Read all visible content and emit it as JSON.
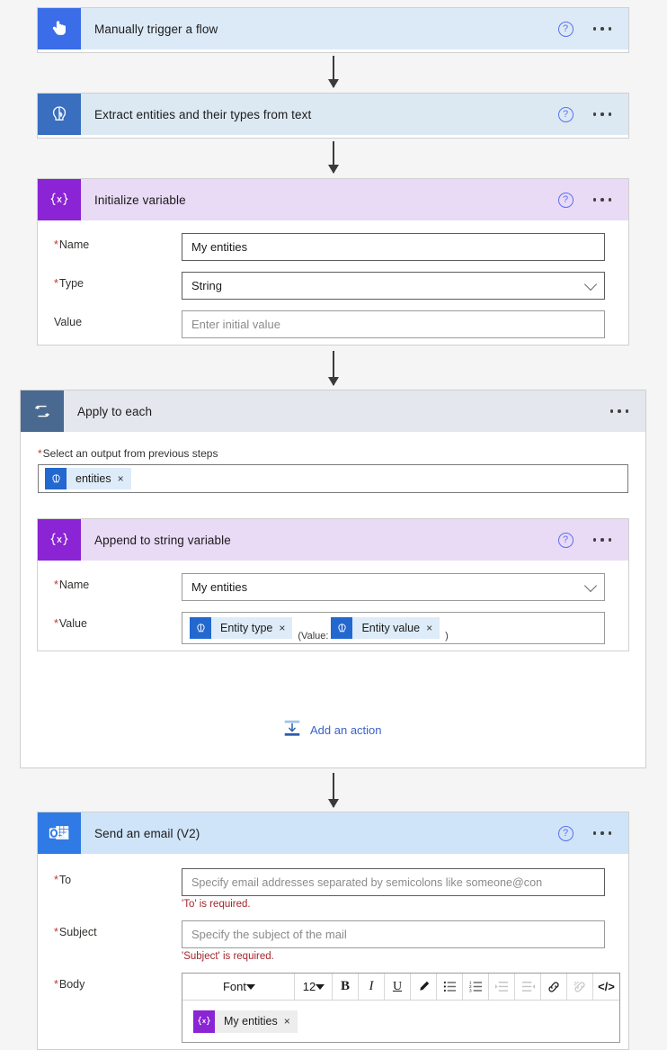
{
  "flow": {
    "steps": [
      {
        "id": "trigger",
        "title": "Manually trigger a flow",
        "icon": "hand-pointer-icon",
        "help_label": "?",
        "menu_label": "More commands"
      },
      {
        "id": "extract",
        "title": "Extract entities and their types from text",
        "icon": "ai-builder-brain-icon",
        "help_label": "?",
        "menu_label": "More commands"
      },
      {
        "id": "initvar",
        "title": "Initialize variable",
        "icon": "variable-braces-icon",
        "help_label": "?",
        "menu_label": "More commands",
        "fields": [
          {
            "label": "Name",
            "required": true,
            "value": "My entities",
            "placeholder": "",
            "type": "text"
          },
          {
            "label": "Type",
            "required": true,
            "value": "String",
            "placeholder": "",
            "type": "select"
          },
          {
            "label": "Value",
            "required": false,
            "value": "",
            "placeholder": "Enter initial value",
            "type": "text"
          }
        ]
      },
      {
        "id": "applytoeach",
        "title": "Apply to each",
        "icon": "loop-arrows-icon",
        "menu_label": "More commands",
        "output_label": "Select an output from previous steps",
        "output_required": true,
        "output_token": {
          "label": "entities",
          "icon": "ai-builder-brain-icon",
          "remove": "×"
        },
        "add_action_label": "Add an action",
        "add_action_icon": "add-action-icon",
        "inner": {
          "id": "appendvar",
          "title": "Append to string variable",
          "icon": "variable-braces-icon",
          "help_label": "?",
          "menu_label": "More commands",
          "name_label": "Name",
          "name_required": true,
          "name_value": "My entities",
          "value_label": "Value",
          "value_required": true,
          "value_tokens": [
            {
              "kind": "token",
              "label": "Entity type",
              "icon": "ai-builder-brain-icon",
              "remove": "×"
            },
            {
              "kind": "text",
              "label": "(Value:"
            },
            {
              "kind": "token",
              "label": "Entity value",
              "icon": "ai-builder-brain-icon",
              "remove": "×"
            },
            {
              "kind": "text",
              "label": ")"
            }
          ]
        }
      },
      {
        "id": "sendemail",
        "title": "Send an email (V2)",
        "icon": "outlook-mail-icon",
        "help_label": "?",
        "menu_label": "More commands",
        "fields": [
          {
            "label": "To",
            "required": true,
            "value": "",
            "placeholder": "Specify email addresses separated by semicolons like someone@con",
            "error": "'To' is required.",
            "type": "text"
          },
          {
            "label": "Subject",
            "required": true,
            "value": "",
            "placeholder": "Specify the subject of the mail",
            "error": "'Subject' is required.",
            "type": "text"
          }
        ],
        "body_label": "Body",
        "body_required": true,
        "editor": {
          "font_name": "Font",
          "font_size": "12",
          "buttons": [
            {
              "name": "bold-icon",
              "glyph": "B",
              "disabled": false
            },
            {
              "name": "italic-icon",
              "glyph": "I",
              "disabled": false
            },
            {
              "name": "underline-icon",
              "glyph": "U",
              "disabled": false
            },
            {
              "name": "text-color-icon",
              "glyph": "✎",
              "disabled": false
            },
            {
              "name": "bulleted-list-icon",
              "glyph": "☰",
              "disabled": false
            },
            {
              "name": "numbered-list-icon",
              "glyph": "≡",
              "disabled": false
            },
            {
              "name": "indent-icon",
              "glyph": "⇥",
              "disabled": true
            },
            {
              "name": "outdent-icon",
              "glyph": "⇤",
              "disabled": true
            },
            {
              "name": "link-icon",
              "glyph": "ὑ7",
              "disabled": false
            },
            {
              "name": "unlink-icon",
              "glyph": "ὑ7",
              "disabled": true
            },
            {
              "name": "code-view-icon",
              "glyph": "</>",
              "disabled": false
            }
          ],
          "content_token": {
            "label": "My entities",
            "icon": "variable-braces-icon",
            "remove": "×"
          }
        }
      }
    ]
  },
  "colors": {
    "canvas_bg": "#f5f5f5",
    "trigger_tile": "#3b6de8",
    "ai_tile": "#3a6fbf",
    "variable_tile": "#8a24d4",
    "loop_tile": "#4a6990",
    "mail_tile": "#2f7ae5",
    "token_bg": "#deecf9",
    "error_text": "#a4262c",
    "link_text": "#3a62c8"
  }
}
